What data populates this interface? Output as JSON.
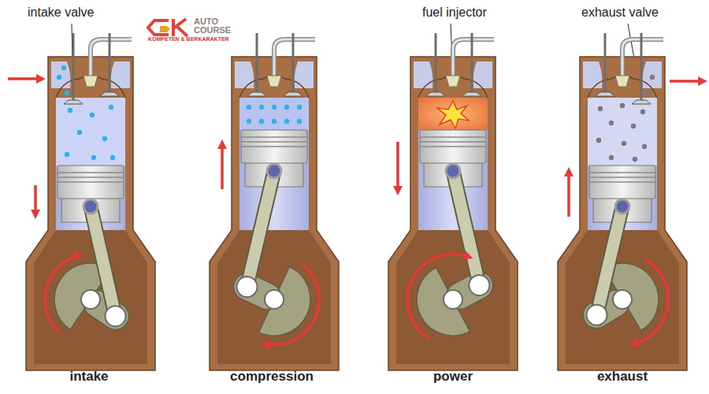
{
  "diagram": {
    "labels": [
      "intake valve",
      "fuel injector",
      "exhaust valve",
      "intake",
      "compression",
      "power",
      "exhaust",
      "AUTO COURSE",
      "KOMPETEN & BERKARAKTER"
    ]
  }
}
